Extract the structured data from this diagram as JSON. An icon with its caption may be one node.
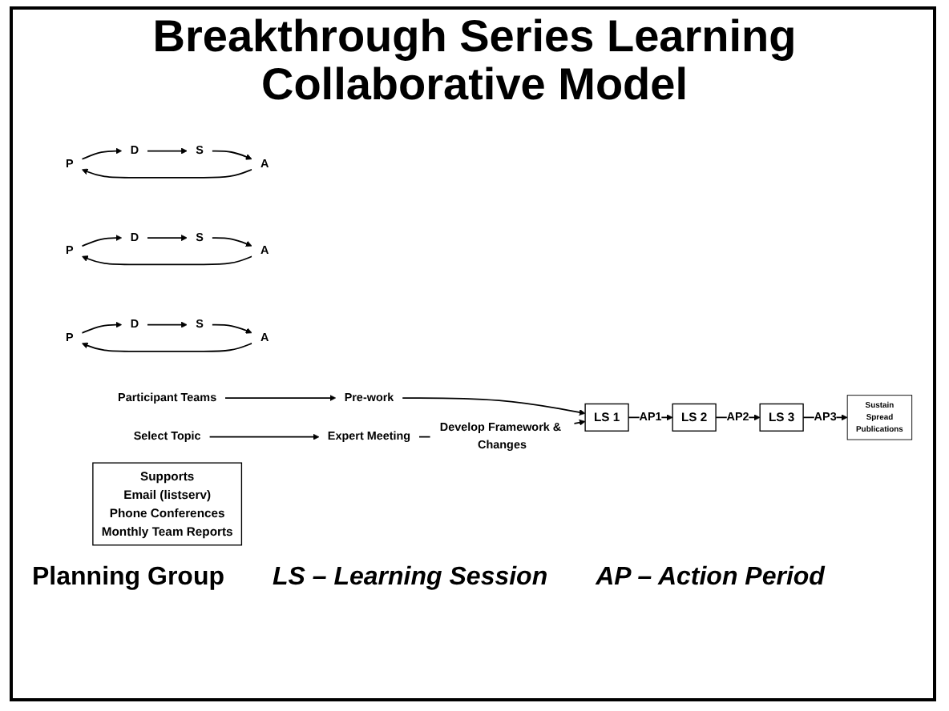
{
  "diagram": {
    "title": "Breakthrough Series Learning Collaborative Model",
    "nodes": [
      {
        "text": [
          "Participant Teams"
        ]
      },
      {
        "text": [
          "Pre-work"
        ]
      },
      {
        "text": [
          "Select Topic"
        ]
      },
      {
        "text": [
          "Expert Meeting"
        ]
      },
      {
        "text": [
          "LS 1"
        ]
      },
      {
        "text": [
          "LS 2"
        ]
      },
      {
        "text": [
          "LS 3"
        ]
      },
      {
        "text": [
          "Sustain",
          "Spread",
          "Publications"
        ]
      },
      {
        "text": [
          "Supports",
          "Email (listserv)",
          "Phone Conferences",
          "Monthly Team Reports"
        ]
      },
      {
        "text": [
          "P"
        ]
      },
      {
        "text": [
          "D"
        ]
      },
      {
        "text": [
          "S"
        ]
      },
      {
        "text": [
          "A"
        ]
      },
      {
        "text": [
          "P"
        ]
      },
      {
        "text": [
          "D"
        ]
      },
      {
        "text": [
          "S"
        ]
      },
      {
        "text": [
          "A"
        ]
      },
      {
        "text": [
          "P"
        ]
      },
      {
        "text": [
          "D"
        ]
      },
      {
        "text": [
          "S"
        ]
      },
      {
        "text": [
          "A"
        ]
      }
    ],
    "edges": [
      {
        "from": 0,
        "to": 1,
        "arrow": "to"
      },
      {
        "from": 1,
        "to": 4,
        "arrow": "to"
      },
      {
        "from": 2,
        "to": 3,
        "arrow": "to"
      },
      {
        "from": 3,
        "to": 4,
        "arrow": "to",
        "label": "Develop Framework & Changes"
      },
      {
        "from": 4,
        "to": 5,
        "arrow": "to",
        "label": "AP1"
      },
      {
        "from": 5,
        "to": 6,
        "arrow": "to",
        "label": "AP2"
      },
      {
        "from": 6,
        "to": 7,
        "arrow": "to",
        "label": "AP3"
      },
      {
        "from": 9,
        "to": 10,
        "arrow": "to"
      },
      {
        "from": 10,
        "to": 11,
        "arrow": "to"
      },
      {
        "from": 11,
        "to": 12,
        "arrow": "to"
      },
      {
        "from": 12,
        "to": 9,
        "arrow": "to"
      },
      {
        "from": 13,
        "to": 14,
        "arrow": "to"
      },
      {
        "from": 14,
        "to": 15,
        "arrow": "to"
      },
      {
        "from": 15,
        "to": 16,
        "arrow": "to"
      },
      {
        "from": 16,
        "to": 13,
        "arrow": "to"
      },
      {
        "from": 17,
        "to": 18,
        "arrow": "to"
      },
      {
        "from": 18,
        "to": 19,
        "arrow": "to"
      },
      {
        "from": 19,
        "to": 20,
        "arrow": "to"
      },
      {
        "from": 20,
        "to": 17,
        "arrow": "to"
      }
    ],
    "labels": [
      "Planning Group",
      "LS – Learning Session",
      "AP – Action Period"
    ]
  }
}
